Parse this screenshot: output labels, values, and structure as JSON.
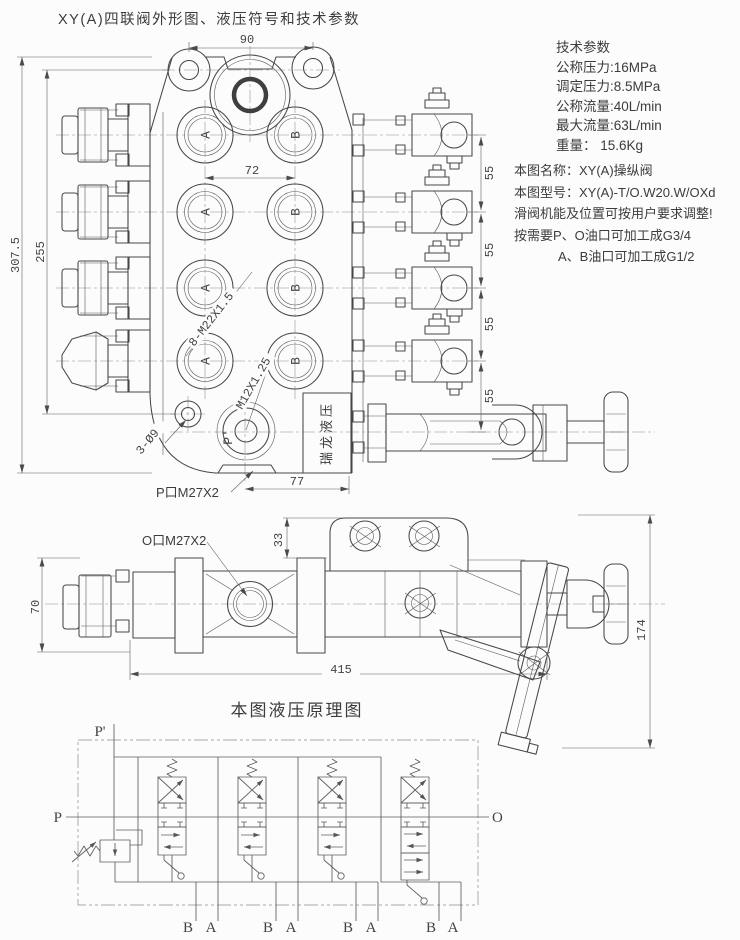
{
  "title": "XY(A)四联阀外形图、液压符号和技术参数",
  "tech_params": {
    "heading": "技术参数",
    "lines": [
      "公称压力:16MPa",
      "调定压力:8.5MPa",
      "公称流量:40L/min",
      "最大流量:63L/min",
      "重量： 15.6Kg"
    ]
  },
  "notes": {
    "lines": [
      "本图名称：XY(A)操纵阀",
      "本图型号：XY(A)-T/O.W20.W/OXd",
      "滑阀机能及位置可按用户要求调整!",
      "按需要P、O油口可加工成G3/4",
      "A、B油口可加工成G1/2"
    ]
  },
  "top_view": {
    "dims": {
      "d90": "90",
      "d72": "72",
      "d255": "255",
      "d307": "307.5",
      "d55": "55",
      "d77": "77"
    },
    "labels": {
      "thread_ports": "8-M22X1.5",
      "thread_pilot": "M12X1.25",
      "mount_holes": "3-Ø9",
      "p_port": "P口M27X2",
      "p_prime": "P'",
      "brand": "瑞龙液压",
      "port_a": "A",
      "port_b": "B"
    }
  },
  "side_view": {
    "dims": {
      "d70": "70",
      "d33": "33",
      "d415": "415",
      "d174": "174"
    },
    "labels": {
      "o_port": "O口M27X2"
    }
  },
  "schematic": {
    "title": "本图液压原理图",
    "labels": {
      "p": "P",
      "p_prime": "P'",
      "o": "O",
      "a": "A",
      "b": "B"
    }
  }
}
